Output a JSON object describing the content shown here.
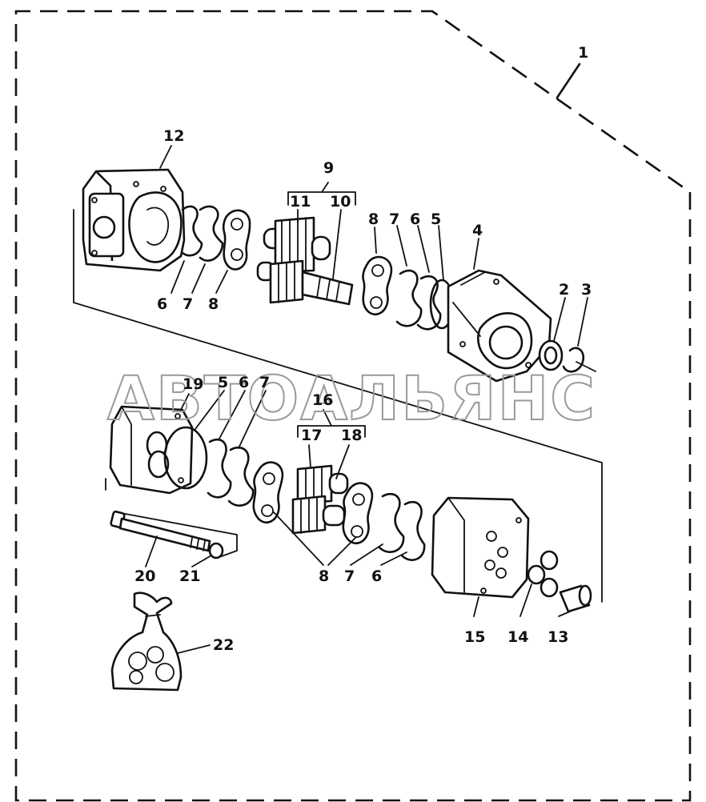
{
  "watermark": "АВТОАЛЬЯНС",
  "labels": {
    "l1": "1",
    "l2": "2",
    "l3": "3",
    "l4": "4",
    "l5a": "5",
    "l5b": "5",
    "l6a": "6",
    "l6b": "6",
    "l6c": "6",
    "l6d": "6",
    "l7a": "7",
    "l7b": "7",
    "l7c": "7",
    "l7d": "7",
    "l8a": "8",
    "l8b": "8",
    "l8c": "8",
    "l9": "9",
    "l10": "10",
    "l11": "11",
    "l12": "12",
    "l13": "13",
    "l14": "14",
    "l15": "15",
    "l16": "16",
    "l17": "17",
    "l18": "18",
    "l19": "19",
    "l20": "20",
    "l21": "21",
    "l22": "22"
  }
}
